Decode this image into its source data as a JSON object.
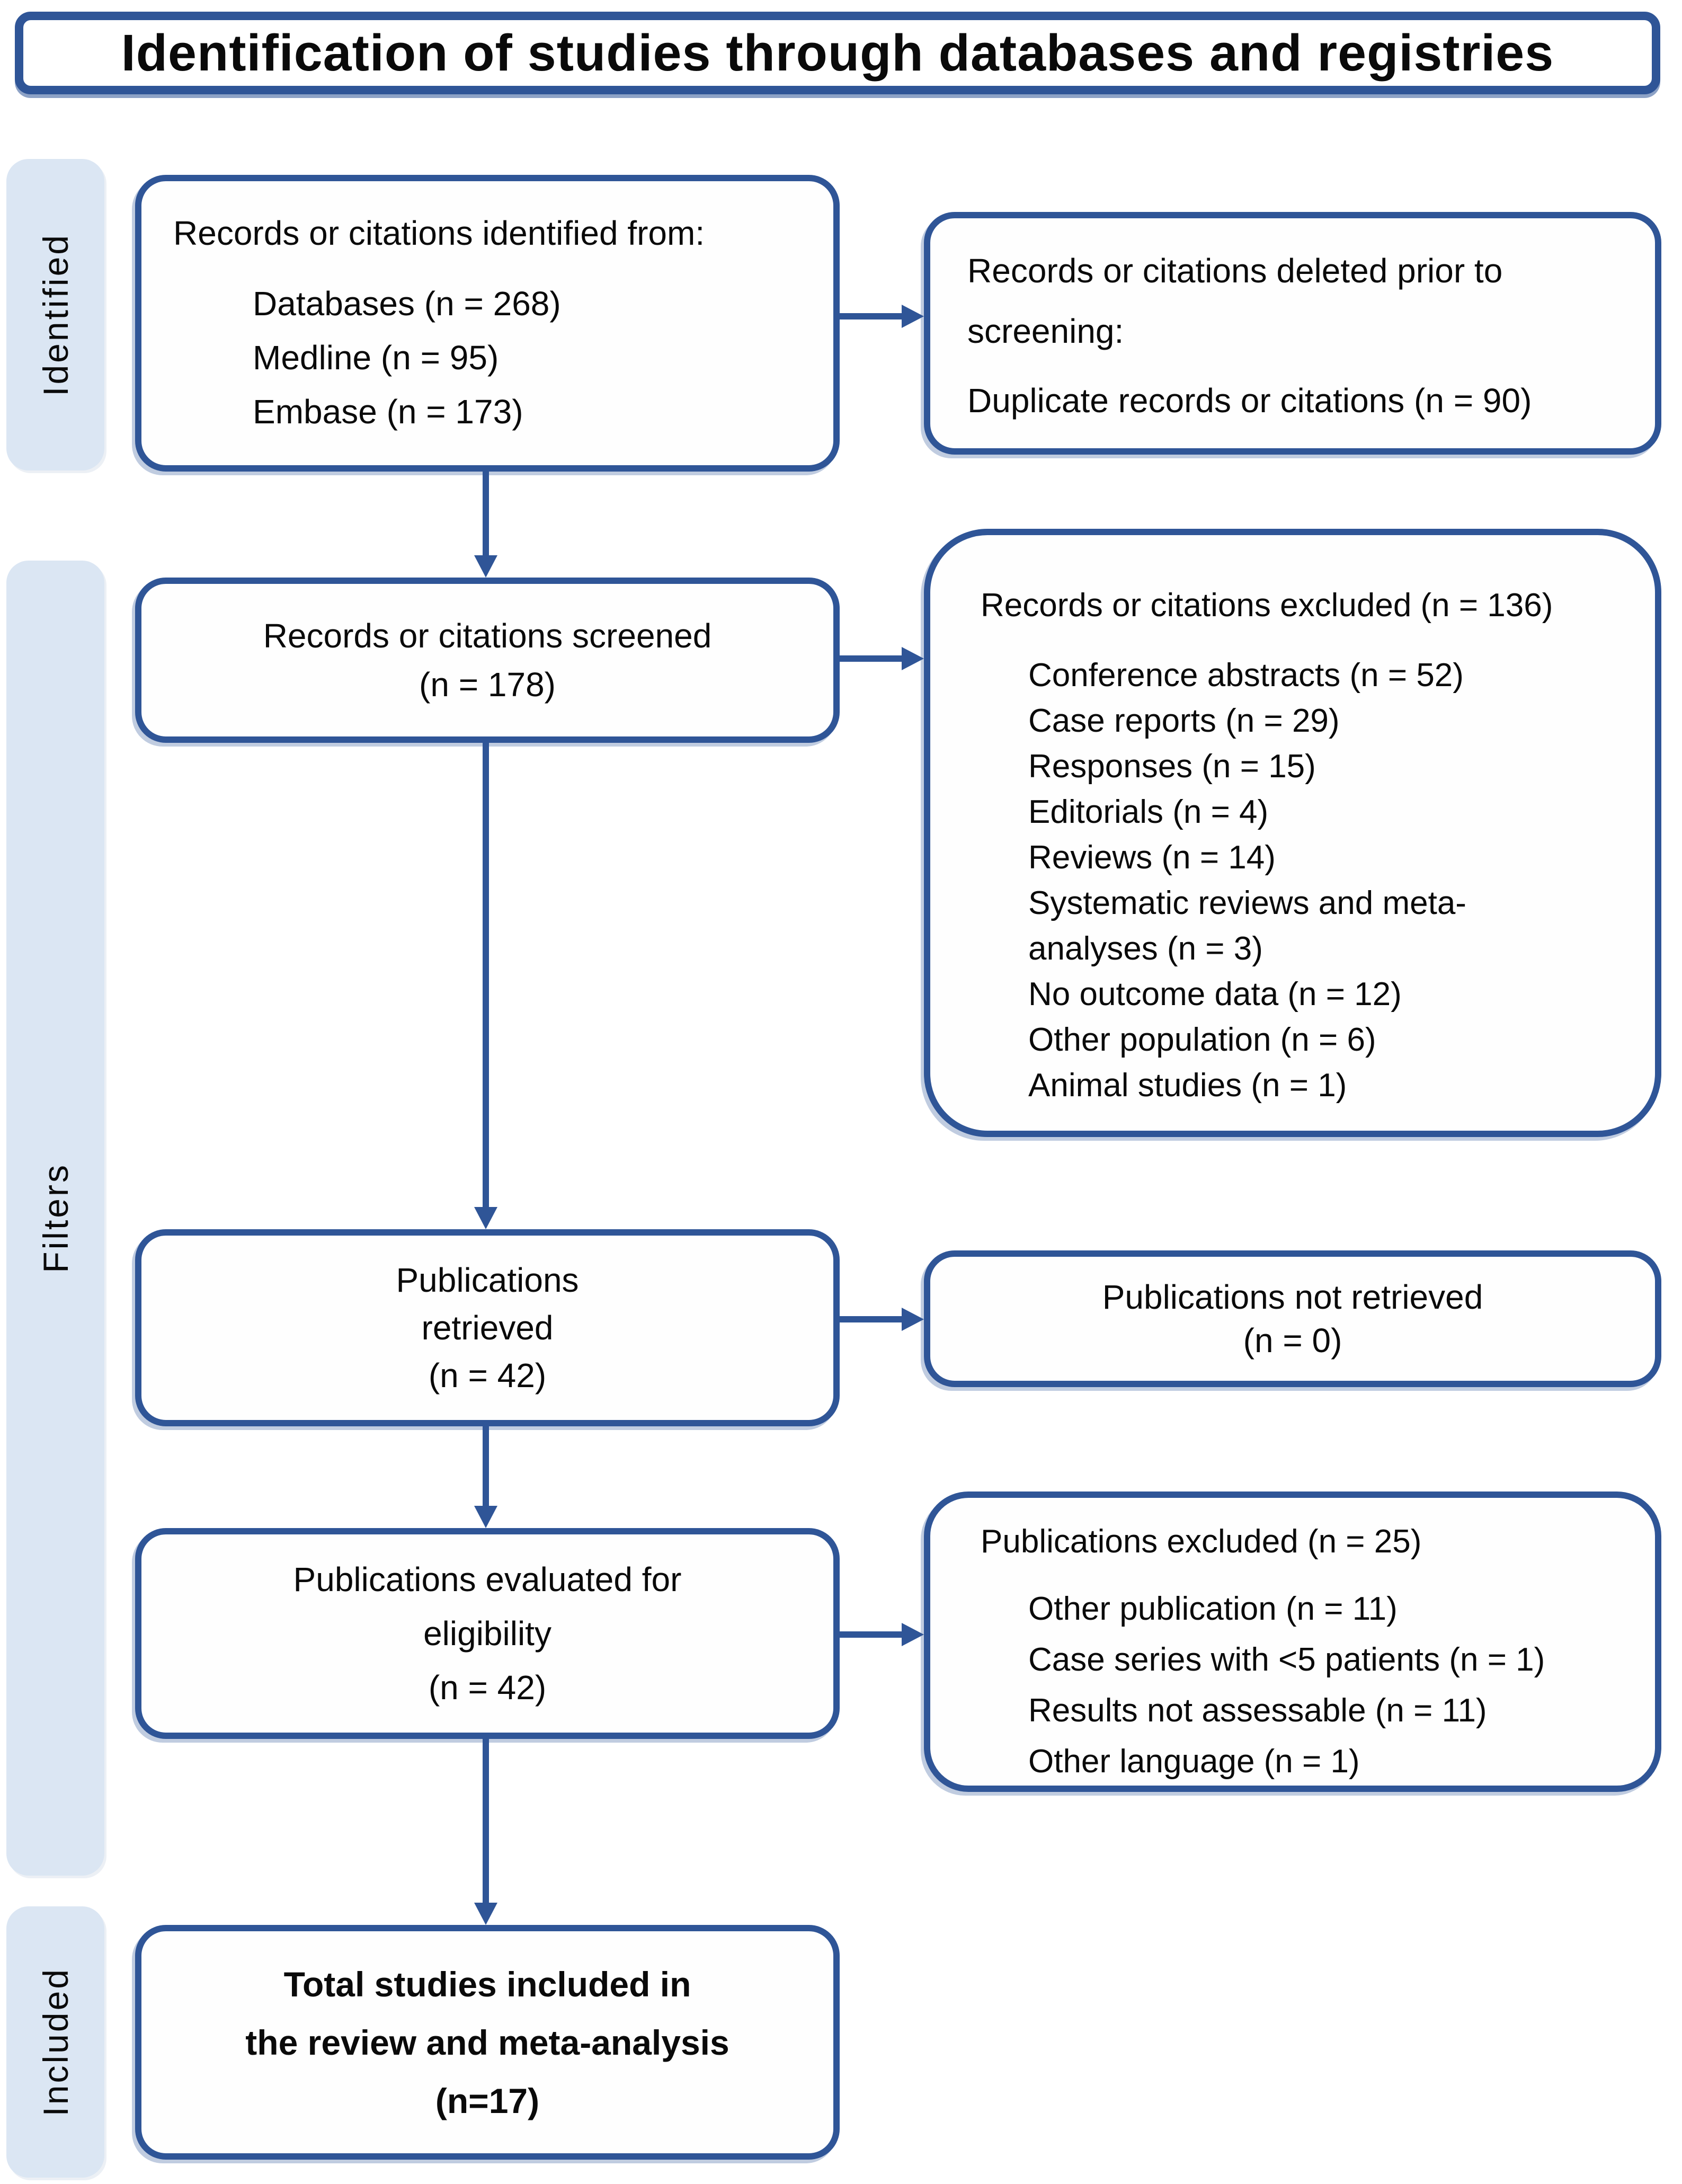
{
  "title": "Identification of studies through databases and registries",
  "colors": {
    "accent": "#2F5597",
    "sidebar_fill": "#DBE6F3",
    "box_fill": "#FEFEFE",
    "text": "#0A0A0A"
  },
  "stages": {
    "identified": "Identified",
    "filters": "Filters",
    "included": "Included"
  },
  "boxes": {
    "identified_from": {
      "heading": "Records or citations identified from:",
      "items": [
        "Databases (n = 268)",
        "Medline (n = 95)",
        "Embase (n = 173)"
      ]
    },
    "deleted_prior": {
      "heading": "Records or citations deleted prior to screening:",
      "items": [
        "Duplicate records or citations (n = 90)"
      ]
    },
    "screened": {
      "lines": [
        "Records or citations screened",
        "(n = 178)"
      ]
    },
    "records_excluded": {
      "heading": "Records or citations excluded (n = 136)",
      "items": [
        "Conference abstracts (n = 52)",
        "Case reports (n = 29)",
        "Responses (n = 15)",
        "Editorials (n = 4)",
        "Reviews (n = 14)",
        "Systematic reviews and meta-analyses (n = 3)",
        "No outcome data (n = 12)",
        "Other population (n = 6)",
        "Animal studies (n = 1)"
      ]
    },
    "retrieved": {
      "lines": [
        "Publications",
        "retrieved",
        "(n = 42)"
      ]
    },
    "not_retrieved": {
      "lines": [
        "Publications not retrieved",
        "(n = 0)"
      ]
    },
    "evaluated": {
      "lines": [
        "Publications evaluated for",
        "eligibility",
        "(n = 42)"
      ]
    },
    "publications_excluded": {
      "heading": "Publications excluded (n = 25)",
      "items": [
        "Other publication (n = 11)",
        "Case series with <5 patients (n = 1)",
        "Results not assessable (n = 11)",
        "Other language (n = 1)"
      ]
    },
    "total_included": {
      "lines": [
        "Total studies included in",
        "the review and meta-analysis",
        "(n=17)"
      ]
    }
  }
}
